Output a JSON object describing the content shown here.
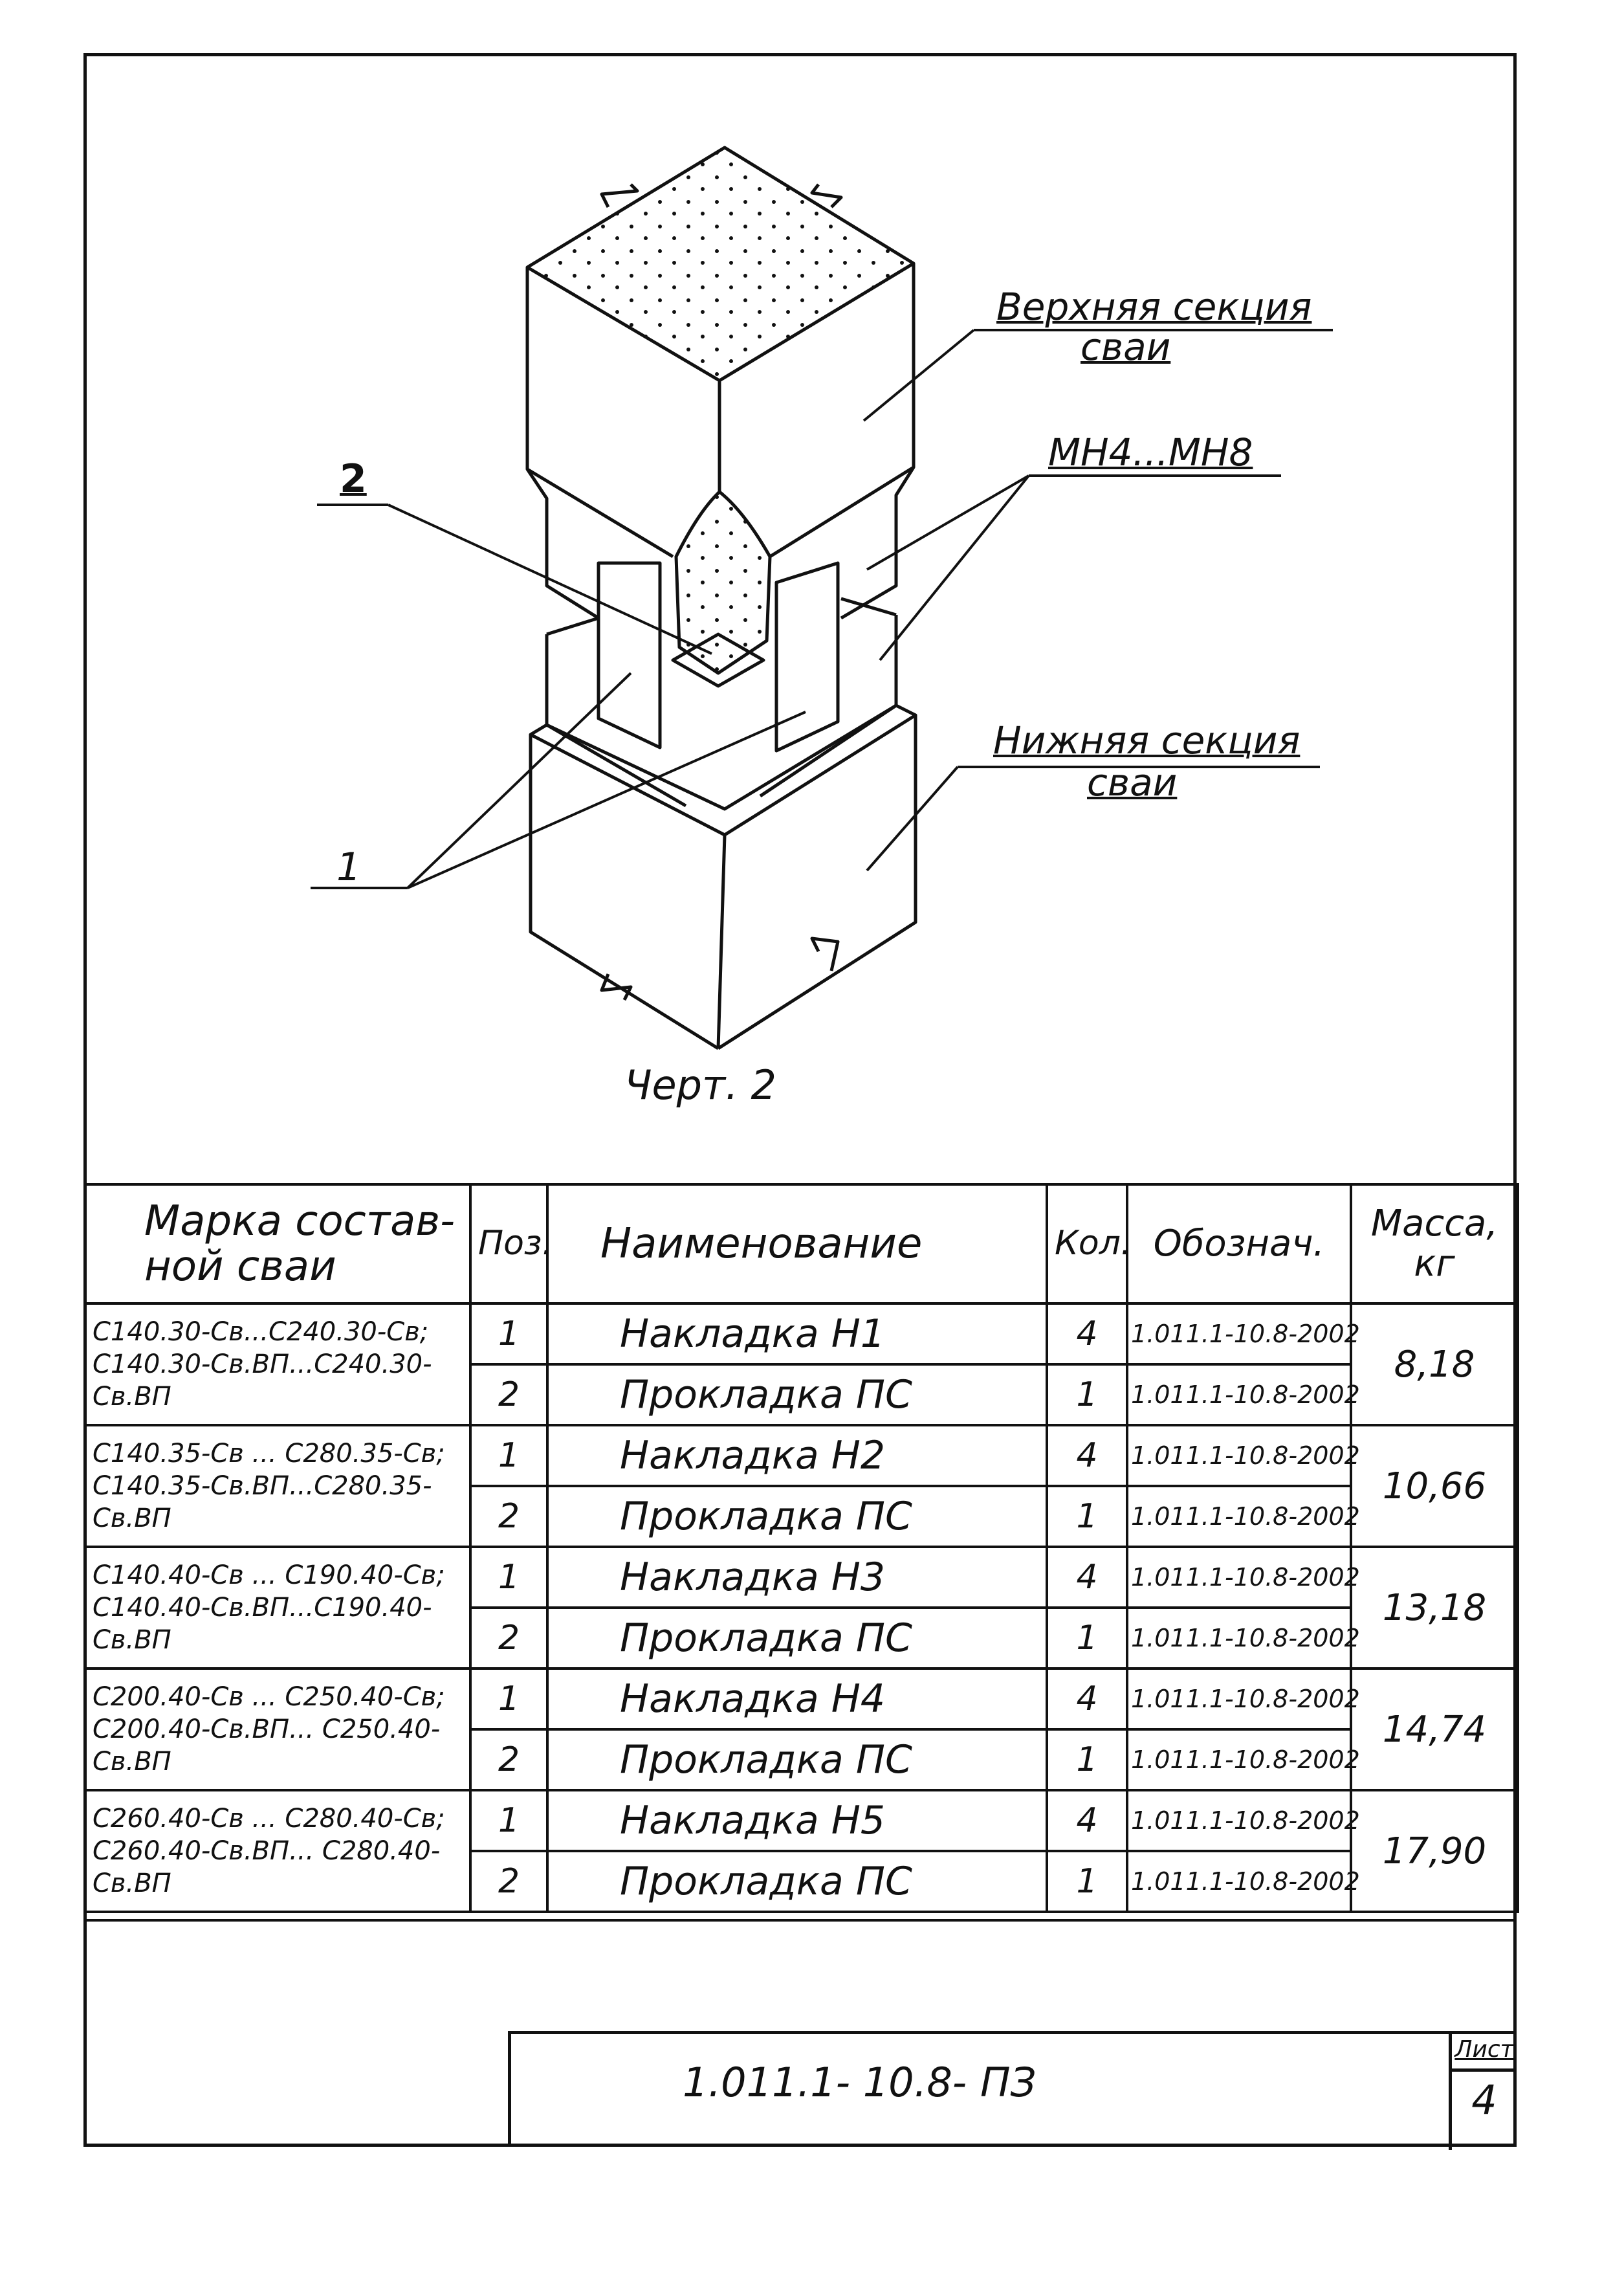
{
  "drawing": {
    "label_upper_section": "Верхняя секция\nсваи",
    "label_upper_line1": "Верхняя секция",
    "label_upper_line2": "сваи",
    "label_mesh": "МН4...МН8",
    "label_pos2": "2",
    "label_pos1": "1",
    "label_lower_line1": "Нижняя секция",
    "label_lower_line2": "сваи",
    "caption": "Черт. 2"
  },
  "table": {
    "headers": {
      "mark": "Марка состав-\nной сваи",
      "pos": "Поз.",
      "name": "Наименование",
      "qty": "Кол.",
      "designation": "Обознач.",
      "mass": "Масса,\nкг"
    },
    "groups": [
      {
        "mark": "С140.30-Св...С240.30-Св;\nС140.30-Св.ВП...С240.30-Св.ВП",
        "mass": "8,18",
        "rows": [
          {
            "pos": "1",
            "name": "Накладка Н1",
            "qty": "4",
            "designation": "1.011.1-10.8-2002"
          },
          {
            "pos": "2",
            "name": "Прокладка ПС",
            "qty": "1",
            "designation": "1.011.1-10.8-2002"
          }
        ]
      },
      {
        "mark": "С140.35-Св ... С280.35-Св;\nС140.35-Св.ВП...С280.35-Св.ВП",
        "mass": "10,66",
        "rows": [
          {
            "pos": "1",
            "name": "Накладка Н2",
            "qty": "4",
            "designation": "1.011.1-10.8-2002"
          },
          {
            "pos": "2",
            "name": "Прокладка ПС",
            "qty": "1",
            "designation": "1.011.1-10.8-2002"
          }
        ]
      },
      {
        "mark": "С140.40-Св ... С190.40-Св;\nС140.40-Св.ВП...С190.40-Св.ВП",
        "mass": "13,18",
        "rows": [
          {
            "pos": "1",
            "name": "Накладка Н3",
            "qty": "4",
            "designation": "1.011.1-10.8-2002"
          },
          {
            "pos": "2",
            "name": "Прокладка ПС",
            "qty": "1",
            "designation": "1.011.1-10.8-2002"
          }
        ]
      },
      {
        "mark": "С200.40-Св ... С250.40-Св;\nС200.40-Св.ВП... С250.40-Св.ВП",
        "mass": "14,74",
        "rows": [
          {
            "pos": "1",
            "name": "Накладка Н4",
            "qty": "4",
            "designation": "1.011.1-10.8-2002"
          },
          {
            "pos": "2",
            "name": "Прокладка ПС",
            "qty": "1",
            "designation": "1.011.1-10.8-2002"
          }
        ]
      },
      {
        "mark": "С260.40-Св ... С280.40-Св;\nС260.40-Св.ВП... С280.40-Св.ВП",
        "mass": "17,90",
        "rows": [
          {
            "pos": "1",
            "name": "Накладка Н5",
            "qty": "4",
            "designation": "1.011.1-10.8-2002"
          },
          {
            "pos": "2",
            "name": "Прокладка ПС",
            "qty": "1",
            "designation": "1.011.1-10.8-2002"
          }
        ]
      }
    ]
  },
  "title_block": {
    "code": "1.011.1- 10.8-",
    "doc_type": "ПЗ",
    "sheet_label": "Лист",
    "sheet_number": "4"
  }
}
